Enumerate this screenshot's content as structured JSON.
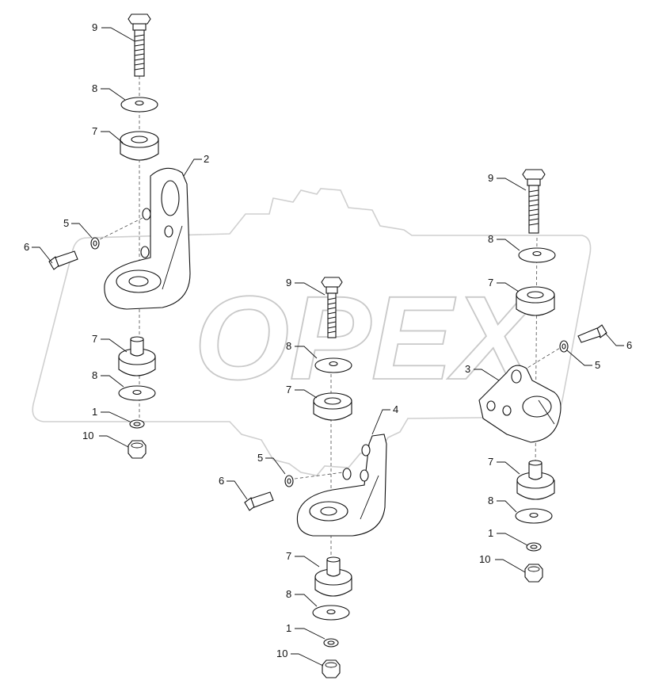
{
  "diagram": {
    "watermark_text": "OPEX",
    "callouts": {
      "c9a": "9",
      "c8a": "8",
      "c7a": "7",
      "c2": "2",
      "c5a": "5",
      "c6a": "6",
      "c7b": "7",
      "c8b": "8",
      "c1a": "1",
      "c10a": "10",
      "c9b": "9",
      "c8c": "8",
      "c7c": "7",
      "c4": "4",
      "c5b": "5",
      "c6b": "6",
      "c7d": "7",
      "c8d": "8",
      "c1b": "1",
      "c10b": "10",
      "c9c": "9",
      "c8e": "8",
      "c7e": "7",
      "c3": "3",
      "c6c": "6",
      "c5c": "5",
      "c7f": "7",
      "c8f": "8",
      "c1c": "1",
      "c10c": "10"
    }
  }
}
